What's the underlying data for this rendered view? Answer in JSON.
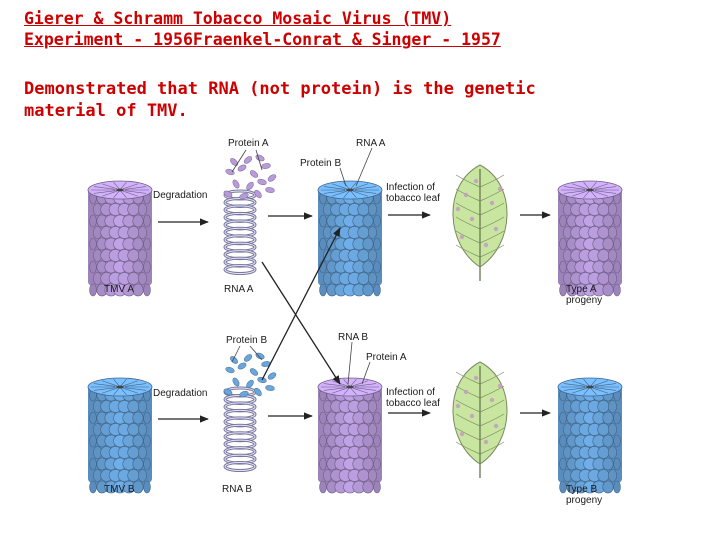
{
  "heading": {
    "line1": "Gierer & Schramm Tobacco Mosaic Virus (TMV)",
    "line2": "Experiment - 1956Fraenkel-Conrat & Singer - 1957"
  },
  "statement": {
    "line1": "Demonstrated that RNA (not protein) is the genetic",
    "line2": "material of TMV."
  },
  "colors": {
    "title_text": "#cc0000",
    "protein_a": "#b79bdb",
    "protein_b": "#6aa6de",
    "rna": "#9e9ed6",
    "leaf": "#c9e6a0"
  },
  "diagram": {
    "row_top": {
      "protein_label": "Protein A",
      "degradation": "Degradation",
      "rna_label": "RNA A",
      "protein_in": "Protein B",
      "infection": [
        "Infection of",
        "tobacco leaf"
      ],
      "virus_label": "TMV A",
      "rna_bottom": "RNA A",
      "progeny": [
        "Type A",
        "progeny"
      ]
    },
    "row_bottom": {
      "protein_label": "Protein B",
      "degradation": "Degradation",
      "rna_label": "RNA B",
      "protein_in": "Protein A",
      "infection": [
        "Infection of",
        "tobacco leaf"
      ],
      "virus_label": "TMV B",
      "rna_bottom": "RNA B",
      "progeny": [
        "Type B",
        "progeny"
      ]
    }
  }
}
